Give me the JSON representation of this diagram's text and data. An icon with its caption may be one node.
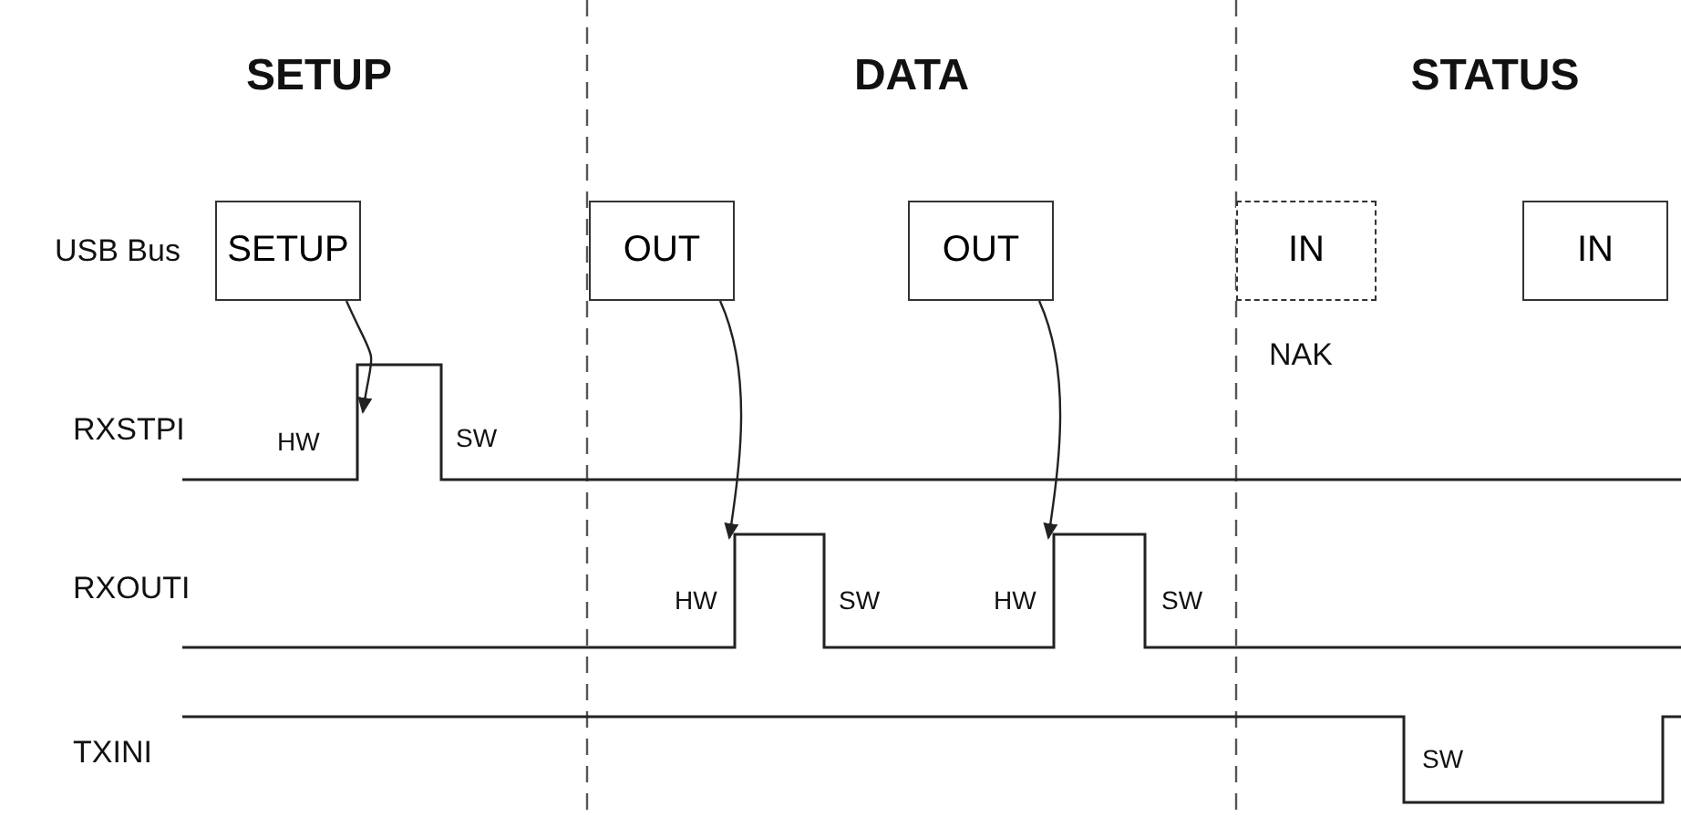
{
  "diagram": {
    "nodes": [
      {
        "text": [
          "SETUP"
        ]
      },
      {
        "text": [
          "OUT"
        ]
      },
      {
        "text": [
          "OUT"
        ]
      },
      {
        "text": [
          "IN"
        ],
        "beside": [
          "NAK"
        ]
      },
      {
        "text": [
          "IN"
        ]
      }
    ],
    "edges": [
      {
        "from": 0,
        "to": null,
        "arrow": "to"
      },
      {
        "from": 1,
        "to": null,
        "arrow": "to"
      },
      {
        "from": 2,
        "to": null,
        "arrow": "to"
      }
    ],
    "labels": [
      "SETUP",
      "DATA",
      "STATUS",
      "USB Bus",
      "RXSTPI",
      "HW",
      "SW",
      "RXOUTI",
      "HW",
      "SW",
      "HW",
      "SW",
      "TXINI",
      "SW"
    ]
  }
}
